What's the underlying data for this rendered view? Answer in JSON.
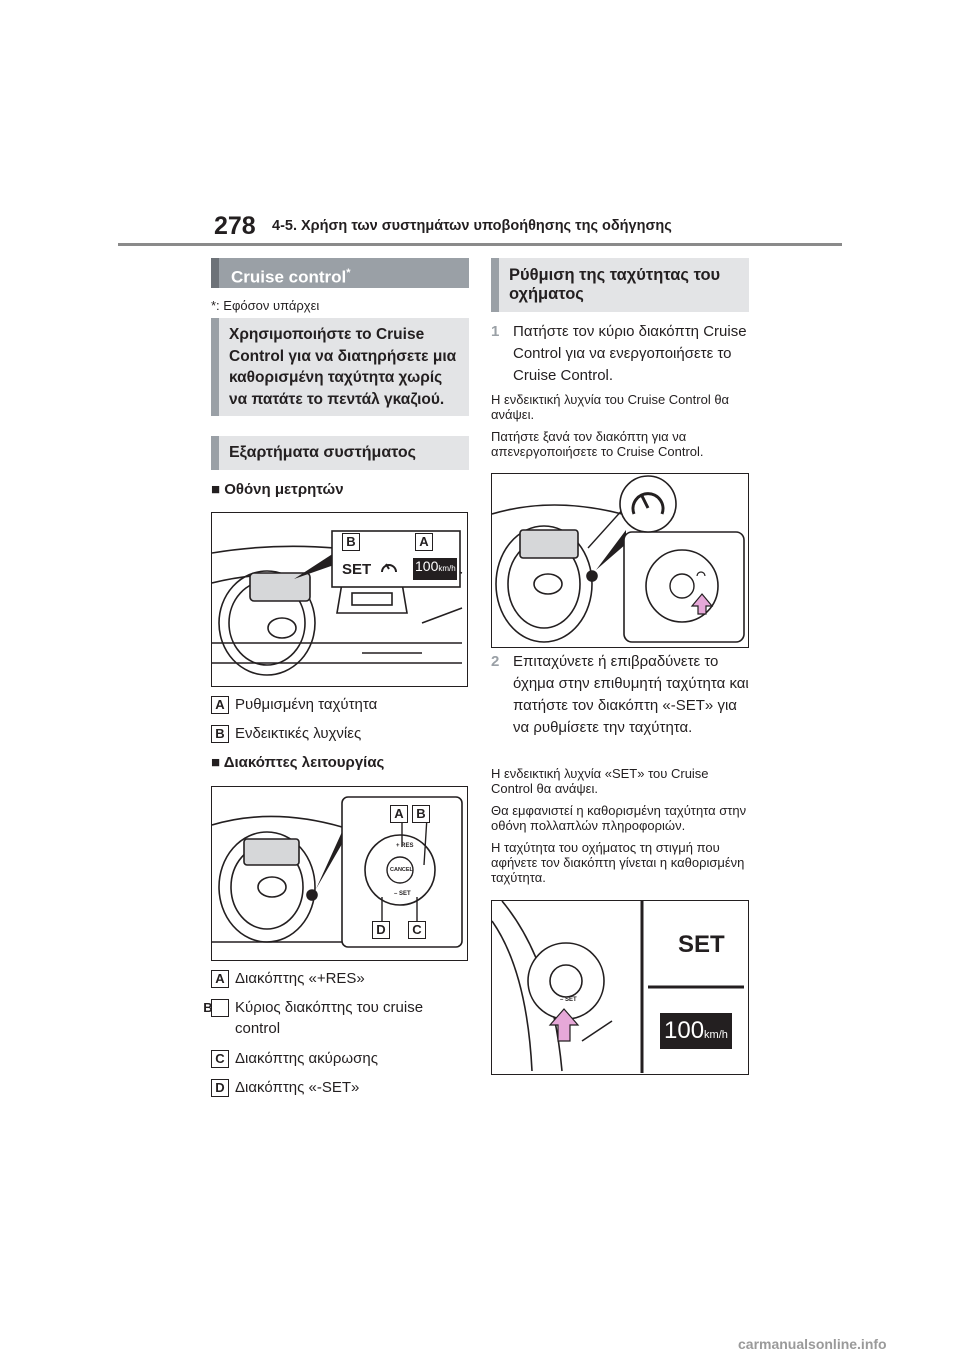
{
  "header": {
    "page_number": "278",
    "running_title": "4-5. Χρήση των συστημάτων υποβοήθησης της οδήγησης"
  },
  "left": {
    "section_title": "Cruise control",
    "section_title_mark": "*",
    "footnote": "*: Εφόσον υπάρχει",
    "intro": "Χρησιμοποιήστε το Cruise Control για να διατηρήσετε μια καθορισμένη ταχύτητα χωρίς να πατάτε το πεντάλ γκαζιού.",
    "components_title": "Εξαρτήματα συστήματος",
    "meter_heading": "Οθόνη μετρητών",
    "fig1": {
      "callout_b": "B",
      "callout_a": "A",
      "set_text": "SET",
      "speed_text": "100",
      "unit_text": "km/h"
    },
    "meter_items": [
      {
        "tag": "A",
        "text": "Ρυθμισμένη ταχύτητα"
      },
      {
        "tag": "B",
        "text": "Ενδεικτικές λυχνίες"
      }
    ],
    "switch_heading": "Διακόπτες λειτουργίας",
    "fig2": {
      "callout_a": "A",
      "callout_b": "B",
      "callout_d": "D",
      "callout_c": "C",
      "res_text": "+ RES",
      "cancel_text": "CANCEL",
      "set_text": "– SET"
    },
    "switch_items": [
      {
        "tag": "A",
        "text": "Διακόπτης «+RES»"
      },
      {
        "tag": "B",
        "text": "Κύριος διακόπτης του cruise control"
      },
      {
        "tag": "C",
        "text": "Διακόπτης ακύρωσης"
      },
      {
        "tag": "D",
        "text": "Διακόπτης «-SET»"
      }
    ]
  },
  "right": {
    "section_title": "Ρύθμιση της ταχύτητας του οχήματος",
    "step1": {
      "num": "1",
      "text": "Πατήστε τον κύριο διακόπτη Cruise Control για να ενεργοποιήσετε το Cruise Control."
    },
    "step1_note1": "Η ενδεικτική λυχνία του Cruise Control θα ανάψει.",
    "step1_note2": "Πατήστε ξανά τον διακόπτη για να απενεργοποιήσετε το Cruise Control.",
    "step2": {
      "num": "2",
      "text": "Επιταχύνετε ή επιβραδύνετε το όχημα στην επιθυμητή ταχύτητα και πατήστε τον διακόπτη «-SET» για να ρυθμίσετε την ταχύτητα."
    },
    "step2_note1": "Η ενδεικτική λυχνία «SET» του Cruise Control θα ανάψει.",
    "step2_note2": "Θα εμφανιστεί η καθορισμένη ταχύτητα στην οθόνη πολλαπλών πληροφοριών.",
    "step2_note3": "Η ταχύτητα του οχήματος τη στιγμή που αφήνετε τον διακόπτη γίνεται η καθορισμένη ταχύτητα.",
    "fig4": {
      "set_text": "SET",
      "speed_text": "100",
      "unit_text": "km/h",
      "switch_label": "– SET"
    }
  },
  "footer": {
    "watermark": "carmanualsonline.info"
  }
}
